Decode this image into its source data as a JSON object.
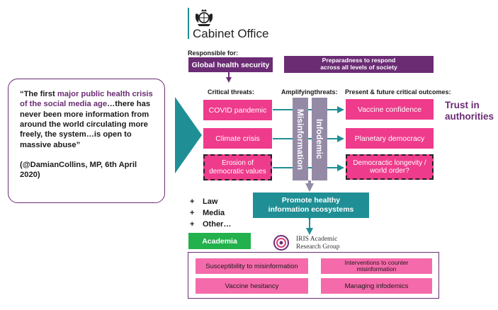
{
  "header": {
    "org_name": "Cabinet Office",
    "crest_icon": "royal-crest-icon"
  },
  "quote": {
    "open": "“The first ",
    "highlight": "major public health crisis of the social media age",
    "rest": "…there has never been more information from around the world circulating more freely, the system…is open to massive abuse”",
    "attribution": "(@DamianCollins, MP, 6th April 2020)"
  },
  "responsible": {
    "label": "Responsible for:",
    "global_health": "Global health security",
    "preparedness": "Preparadness to respond across all levels of society"
  },
  "columns": {
    "critical": "Critical threats:",
    "amplifying": "Amplifyingthreats:",
    "outcomes": "Present & future critical outcomes:"
  },
  "threats": [
    "COVID pandemic",
    "Climate crisis",
    "Erosion of democratic values"
  ],
  "amplifiers": [
    "Misinformation",
    "Infodemic"
  ],
  "outcomes": [
    "Vaccine confidence",
    "Planetary democracy",
    "Democractic longevity / world order?"
  ],
  "trust": "Trust in authorities",
  "promote": "Promote healthy information ecosystems",
  "plus_list": [
    "Law",
    "Media",
    "Other…"
  ],
  "plus_sign": "+",
  "academia": "Academia",
  "iris": {
    "line1": "IRIS Academic",
    "line2": "Research Group",
    "logo_icon": "iris-logo-icon"
  },
  "research": [
    "Susceptibility to misinformation",
    "Interventions to counter misinformation",
    "Vaccine hesitancy",
    "Managing infodemics"
  ],
  "colors": {
    "pink": "#ef3b8c",
    "purple": "#6b2c74",
    "teal": "#1f8f95",
    "green": "#22b14c",
    "grey": "#958aa6",
    "light_pink": "#f56aab"
  }
}
